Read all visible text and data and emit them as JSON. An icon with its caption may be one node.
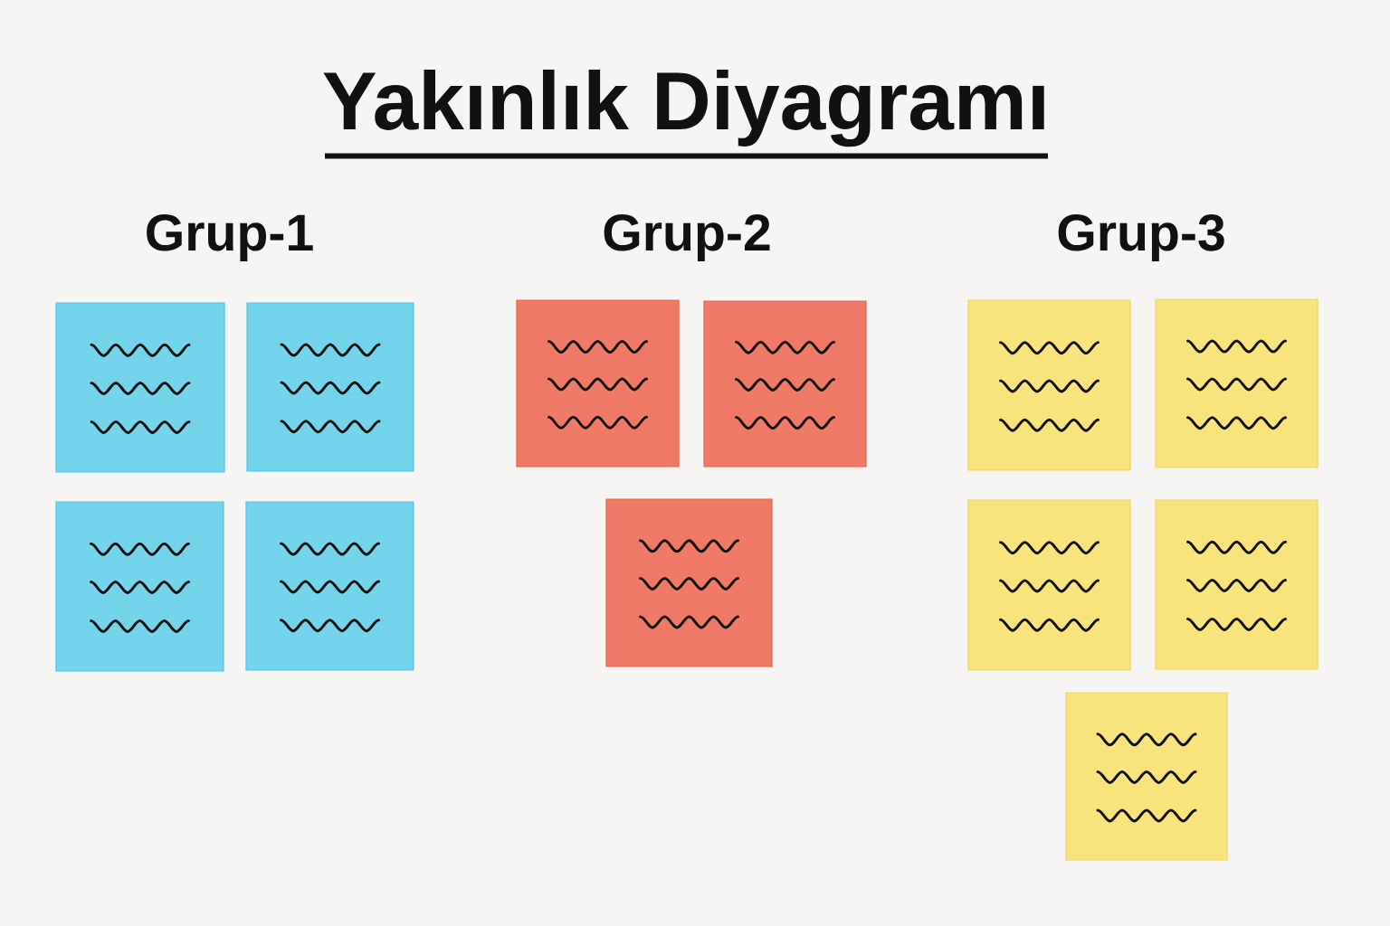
{
  "diagram": {
    "title": "Yakınlık Diyagramı",
    "nodes": [
      {
        "text": [],
        "shape": "box"
      },
      {
        "text": [],
        "shape": "box"
      },
      {
        "text": [],
        "shape": "box"
      },
      {
        "text": [],
        "shape": "box"
      },
      {
        "text": [],
        "shape": "box"
      },
      {
        "text": [],
        "shape": "box"
      },
      {
        "text": [],
        "shape": "box"
      },
      {
        "text": [],
        "shape": "box"
      },
      {
        "text": [],
        "shape": "box"
      },
      {
        "text": [],
        "shape": "box"
      },
      {
        "text": [],
        "shape": "box"
      },
      {
        "text": [],
        "shape": "box"
      }
    ],
    "labels": [
      "Grup-1",
      "Grup-2",
      "Grup-3"
    ]
  }
}
